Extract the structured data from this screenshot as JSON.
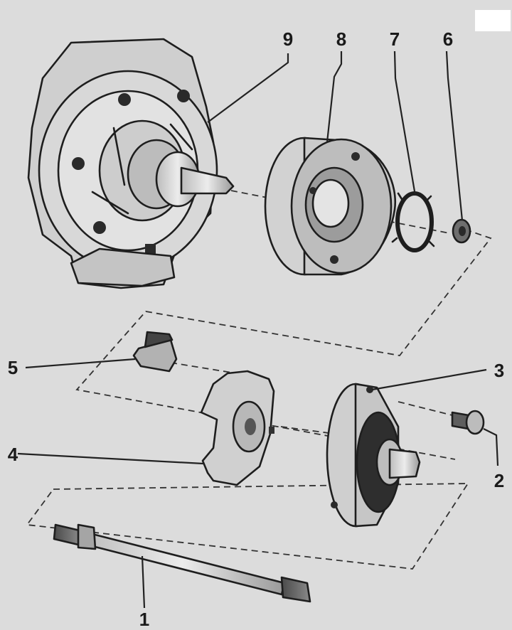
{
  "diagram": {
    "callouts": [
      "1",
      "2",
      "3",
      "4",
      "5",
      "6",
      "7",
      "8",
      "9"
    ]
  },
  "colors": {
    "background": "#dcdcdc",
    "ink": "#1e1e1e",
    "part_light": "#d4d4d4",
    "part_mid": "#a8a8a8",
    "part_dark": "#5a5a5a"
  }
}
